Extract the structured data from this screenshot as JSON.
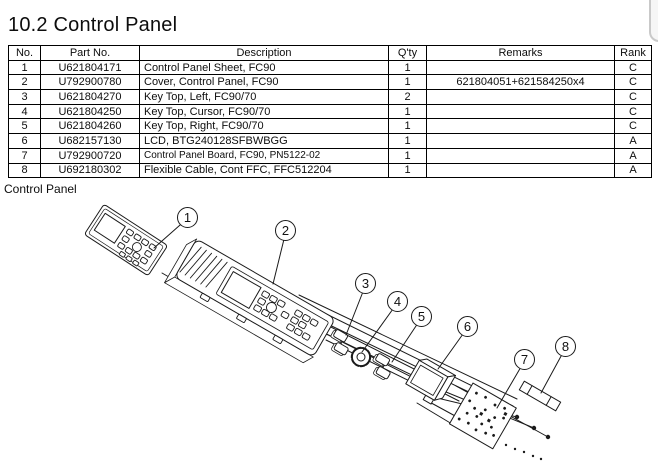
{
  "page": {
    "title": "10.2 Control Panel",
    "diagram_label": "Control Panel"
  },
  "colors": {
    "ink": "#1a1a1a",
    "paper": "#ffffff"
  },
  "table": {
    "headers": {
      "no": "No.",
      "part_no": "Part No.",
      "description": "Description",
      "qty": "Q'ty",
      "remarks": "Remarks",
      "rank": "Rank"
    },
    "rows": [
      {
        "no": "1",
        "part_no": "U621804171",
        "description": "Control Panel Sheet, FC90",
        "qty": "1",
        "remarks": "",
        "rank": "C"
      },
      {
        "no": "2",
        "part_no": "U792900780",
        "description": "Cover, Control Panel, FC90",
        "qty": "1",
        "remarks": "621804051+621584250x4",
        "rank": "C"
      },
      {
        "no": "3",
        "part_no": "U621804270",
        "description": "Key Top, Left, FC90/70",
        "qty": "2",
        "remarks": "",
        "rank": "C"
      },
      {
        "no": "4",
        "part_no": "U621804250",
        "description": "Key Top, Cursor, FC90/70",
        "qty": "1",
        "remarks": "",
        "rank": "C"
      },
      {
        "no": "5",
        "part_no": "U621804260",
        "description": "Key Top, Right, FC90/70",
        "qty": "1",
        "remarks": "",
        "rank": "C"
      },
      {
        "no": "6",
        "part_no": "U682157130",
        "description": "LCD, BTG240128SFBWBGG",
        "qty": "1",
        "remarks": "",
        "rank": "A"
      },
      {
        "no": "7",
        "part_no": "U792900720",
        "description": "Control Panel Board, FC90, PN5122-02",
        "qty": "1",
        "remarks": "",
        "rank": "A"
      },
      {
        "no": "8",
        "part_no": "U692180302",
        "description": "Flexible Cable, Cont FFC, FFC512204",
        "qty": "1",
        "remarks": "",
        "rank": "A"
      }
    ]
  },
  "diagram": {
    "callouts": [
      {
        "label": "1"
      },
      {
        "label": "2"
      },
      {
        "label": "3"
      },
      {
        "label": "4"
      },
      {
        "label": "5"
      },
      {
        "label": "6"
      },
      {
        "label": "7"
      },
      {
        "label": "8"
      }
    ]
  }
}
